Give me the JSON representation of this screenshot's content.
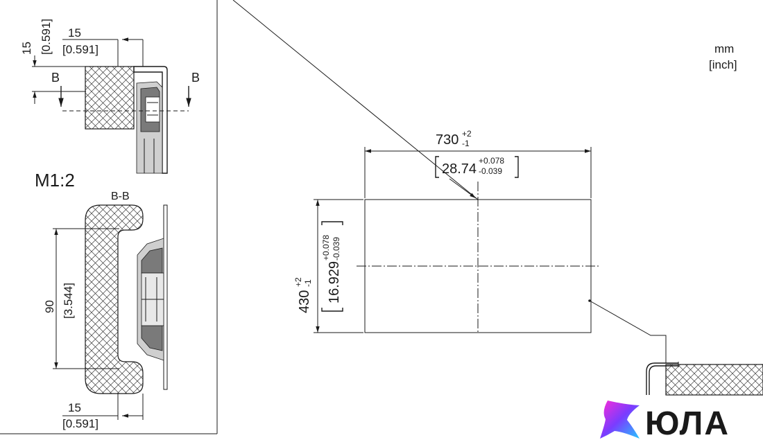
{
  "units": {
    "primary": "mm",
    "secondary": "[inch]"
  },
  "detail_view": {
    "scale": "M1:2",
    "section_marker_left": "B",
    "section_marker_right": "B",
    "section_label": "B-B",
    "dim_top_vertical": {
      "mm": "15",
      "inch": "[0.591]"
    },
    "dim_top_horizontal": {
      "mm": "15",
      "inch": "[0.591]"
    },
    "dim_height": {
      "mm": "90",
      "inch": "[3.544]"
    },
    "dim_bottom_horizontal": {
      "mm": "15",
      "inch": "[0.591]"
    }
  },
  "cutout": {
    "width": {
      "nominal": "730",
      "tol_plus": "+2",
      "tol_minus": "-1",
      "inch": "28.74",
      "inch_plus": "+0.078",
      "inch_minus": "-0.039"
    },
    "height": {
      "nominal": "430",
      "tol_plus": "+2",
      "tol_minus": "-1",
      "inch": "16.929",
      "inch_plus": "+0.078",
      "inch_minus": "-0.039"
    }
  },
  "logo": {
    "text": "ЮЛА",
    "colors": [
      "#ff2bd6",
      "#7a3cff",
      "#25c6ff"
    ]
  }
}
